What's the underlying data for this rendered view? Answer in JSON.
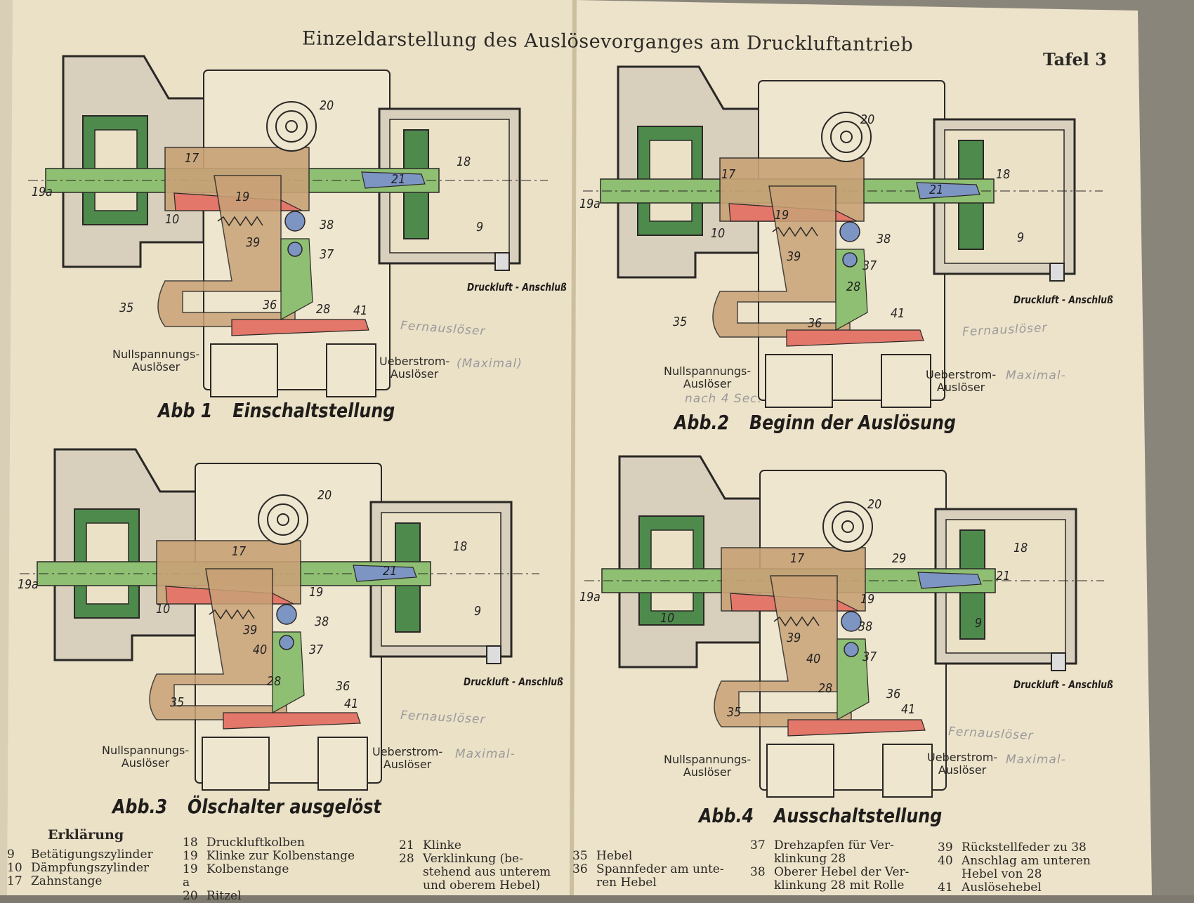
{
  "title": "Einzeldarstellung des Auslösevorganges am Druckluftantrieb",
  "plate": "Tafel 3",
  "colors": {
    "paper": "#ece2c9",
    "green": "#8fbf72",
    "dark_green": "#4e8a4c",
    "brown": "#c9a277",
    "red": "#e2776a",
    "blue": "#7d95c3",
    "line": "#2a2826"
  },
  "figures": [
    {
      "number": "Abb 1",
      "caption": "Einschaltstellung",
      "label_nullspannung": "Nullspannungs-\nAuslöser",
      "label_ueberstrom": "Ueberstrom-\nAuslöser",
      "label_druckluft": "Druckluft - Anschluß",
      "pencil_notes": [
        "Fernauslöser",
        "(Maximal)"
      ]
    },
    {
      "number": "Abb.2",
      "caption": "Beginn der Auslösung",
      "label_nullspannung": "Nullspannungs-\nAuslöser",
      "label_ueberstrom": "Ueberstrom-\nAuslöser",
      "label_druckluft": "Druckluft - Anschluß",
      "pencil_notes": [
        "Fernauslöser",
        "Maximal-",
        "nach 4 Sec."
      ]
    },
    {
      "number": "Abb.3",
      "caption": "Ölschalter ausgelöst",
      "label_nullspannung": "Nullspannungs-\nAuslöser",
      "label_ueberstrom": "Ueberstrom-\nAuslöser",
      "label_druckluft": "Druckluft - Anschluß",
      "pencil_notes": [
        "Fernauslöser",
        "Maximal-"
      ]
    },
    {
      "number": "Abb.4",
      "caption": "Ausschaltstellung",
      "label_nullspannung": "Nullspannungs-\nAuslöser",
      "label_ueberstrom": "Ueberstrom-\nAuslöser",
      "label_druckluft": "Druckluft - Anschluß",
      "pencil_notes": [
        "Fernauslöser",
        "Maximal-"
      ]
    }
  ],
  "part_numbers": {
    "n9": "9",
    "n10": "10",
    "n17": "17",
    "n18": "18",
    "n19": "19",
    "n19a": "19a",
    "n20": "20",
    "n21": "21",
    "n28": "28",
    "n29": "29",
    "n35": "35",
    "n36": "36",
    "n37": "37",
    "n38": "38",
    "n39": "39",
    "n40": "40",
    "n41": "41"
  },
  "legend": {
    "heading": "Erklärung",
    "columns": [
      [
        {
          "n": "9",
          "t": "Betätigungszylinder"
        },
        {
          "n": "10",
          "t": "Dämpfungszylinder"
        },
        {
          "n": "17",
          "t": "Zahnstange"
        }
      ],
      [
        {
          "n": "18",
          "t": "Druckluftkolben"
        },
        {
          "n": "19",
          "t": "Klinke zur Kolbenstange"
        },
        {
          "n": "19 a",
          "t": "Kolbenstange"
        },
        {
          "n": "20",
          "t": "Ritzel"
        }
      ],
      [
        {
          "n": "21",
          "t": "Klinke"
        },
        {
          "n": "28",
          "t": "Verklinkung (be-"
        },
        {
          "n": "",
          "t": "stehend aus unterem"
        },
        {
          "n": "",
          "t": "und oberem Hebel)"
        }
      ],
      [
        {
          "n": "35",
          "t": "Hebel"
        },
        {
          "n": "36",
          "t": "Spannfeder am unte-"
        },
        {
          "n": "",
          "t": "ren Hebel"
        }
      ],
      [
        {
          "n": "37",
          "t": "Drehzapfen für Ver-"
        },
        {
          "n": "",
          "t": "klinkung 28"
        },
        {
          "n": "38",
          "t": "Oberer Hebel der Ver-"
        },
        {
          "n": "",
          "t": "klinkung 28 mit Rolle"
        }
      ],
      [
        {
          "n": "39",
          "t": "Rückstellfeder zu 38"
        },
        {
          "n": "40",
          "t": "Anschlag am unteren"
        },
        {
          "n": "",
          "t": "Hebel von 28"
        },
        {
          "n": "41",
          "t": "Auslösehebel"
        }
      ]
    ]
  }
}
